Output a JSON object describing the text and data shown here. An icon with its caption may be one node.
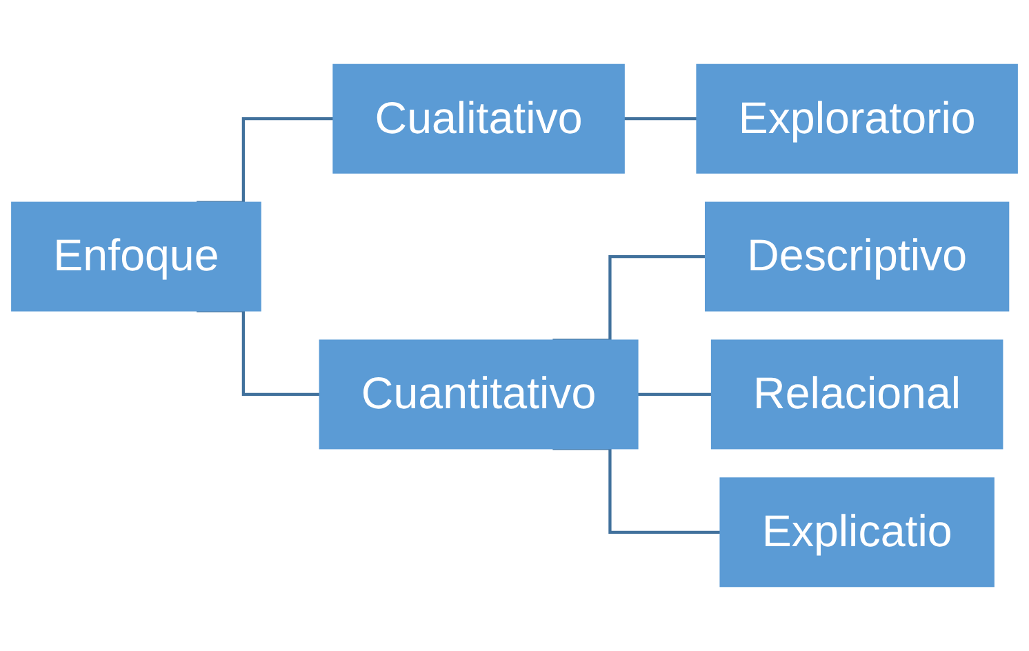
{
  "diagram": {
    "nodes": [
      {
        "text": [
          "Enfoque"
        ]
      },
      {
        "text": [
          "Cualitativo"
        ]
      },
      {
        "text": [
          "Cuantitativo"
        ]
      },
      {
        "text": [
          "Exploratorio"
        ]
      },
      {
        "text": [
          "Descriptivo"
        ]
      },
      {
        "text": [
          "Relacional"
        ]
      },
      {
        "text": [
          "Explicatio"
        ]
      }
    ],
    "edges": [
      {
        "from": 0,
        "to": 1,
        "arrow": "none"
      },
      {
        "from": 0,
        "to": 2,
        "arrow": "none"
      },
      {
        "from": 1,
        "to": 3,
        "arrow": "none"
      },
      {
        "from": 2,
        "to": 4,
        "arrow": "none"
      },
      {
        "from": 2,
        "to": 5,
        "arrow": "none"
      },
      {
        "from": 2,
        "to": 6,
        "arrow": "none"
      }
    ]
  }
}
